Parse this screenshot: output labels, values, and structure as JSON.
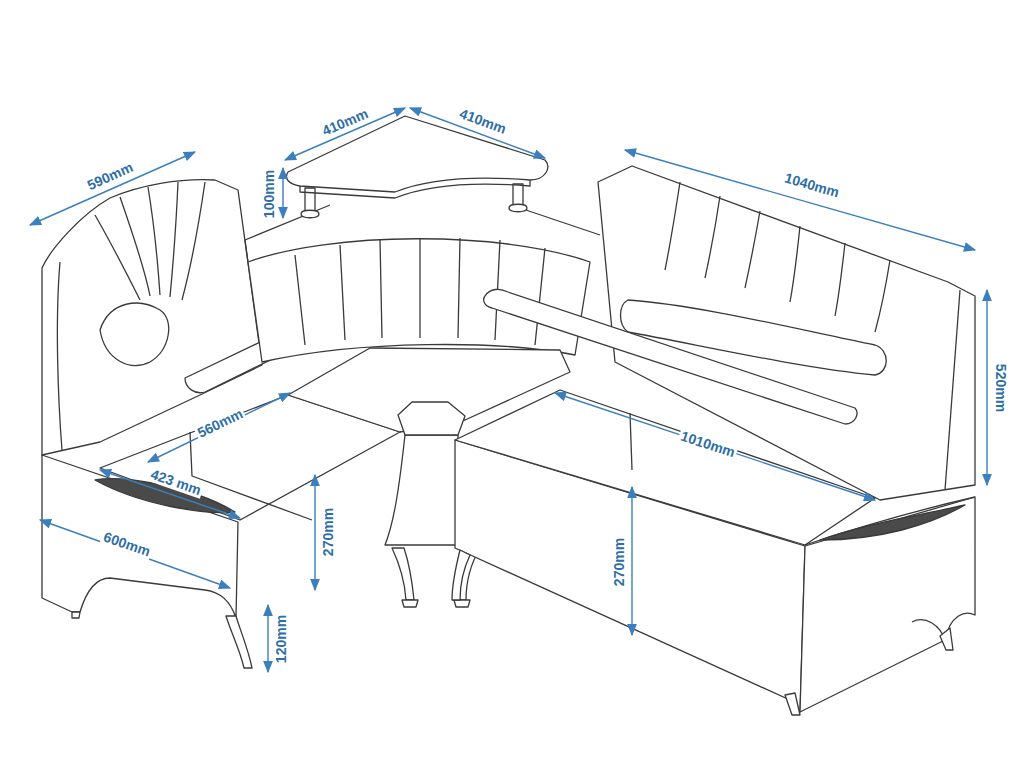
{
  "diagram": {
    "labels": [
      "410mm",
      "410mm",
      "590mm",
      "1040mm",
      "100mm",
      "520mm",
      "560mm",
      "1010mm",
      "423 mm",
      "270mm",
      "270mm",
      "600mm",
      "120mm"
    ]
  }
}
